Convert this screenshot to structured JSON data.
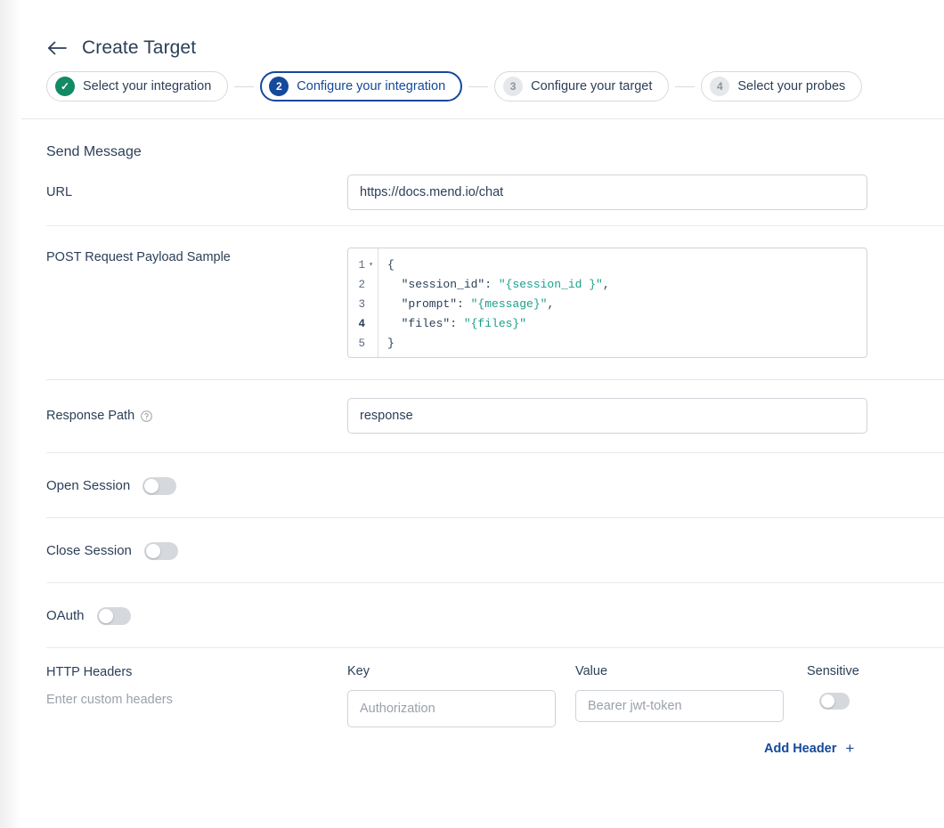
{
  "header": {
    "back_icon": "arrow-left-icon",
    "title": "Create Target"
  },
  "stepper": {
    "steps": [
      {
        "badge": "✓",
        "label": "Select your integration",
        "state": "done"
      },
      {
        "badge": "2",
        "label": "Configure your integration",
        "state": "current"
      },
      {
        "badge": "3",
        "label": "Configure your target",
        "state": "todo"
      },
      {
        "badge": "4",
        "label": "Select your probes",
        "state": "todo"
      }
    ]
  },
  "form": {
    "section_title": "Send Message",
    "url": {
      "label": "URL",
      "value": "https://docs.mend.io/chat",
      "placeholder": ""
    },
    "payload": {
      "label": "POST Request Payload Sample",
      "line_numbers": [
        "1",
        "2",
        "3",
        "4",
        "5"
      ],
      "lines": [
        {
          "text": "{",
          "parts": [
            {
              "t": "{",
              "c": "punc"
            }
          ]
        },
        {
          "text": "  \"session_id\": \"{session_id }\",",
          "parts": [
            {
              "t": "  \"session_id\": ",
              "c": "key"
            },
            {
              "t": "\"{session_id }\"",
              "c": "str"
            },
            {
              "t": ",",
              "c": "punc"
            }
          ]
        },
        {
          "text": "  \"prompt\": \"{message}\",",
          "parts": [
            {
              "t": "  \"prompt\": ",
              "c": "key"
            },
            {
              "t": "\"{message}\"",
              "c": "str"
            },
            {
              "t": ",",
              "c": "punc"
            }
          ]
        },
        {
          "text": "  \"files\": \"{files}\"",
          "parts": [
            {
              "t": "  \"files\": ",
              "c": "key"
            },
            {
              "t": "\"{files}\"",
              "c": "str"
            }
          ]
        },
        {
          "text": "}",
          "parts": [
            {
              "t": "}",
              "c": "punc"
            }
          ]
        }
      ]
    },
    "response_path": {
      "label": "Response Path",
      "help_icon": "help-circle-icon",
      "value": "response",
      "placeholder": ""
    },
    "open_session": {
      "label": "Open Session",
      "enabled": false
    },
    "close_session": {
      "label": "Close Session",
      "enabled": false
    },
    "oauth": {
      "label": "OAuth",
      "enabled": false
    },
    "http_headers": {
      "title": "HTTP Headers",
      "subtitle": "Enter custom headers",
      "col_key": "Key",
      "col_value": "Value",
      "col_sensitive": "Sensitive",
      "rows": [
        {
          "key_value": "",
          "key_placeholder": "Authorization",
          "value_value": "",
          "value_placeholder": "Bearer jwt-token",
          "sensitive": false
        }
      ],
      "add_label": "Add Header",
      "add_plus": "+"
    }
  },
  "colors": {
    "primary_blue": "#14499b",
    "success_green": "#128a63",
    "text_navy": "#2b3f57",
    "muted_gray": "#9aa1ab",
    "string_teal": "#1aa08a",
    "border": "#cfd3d8"
  }
}
